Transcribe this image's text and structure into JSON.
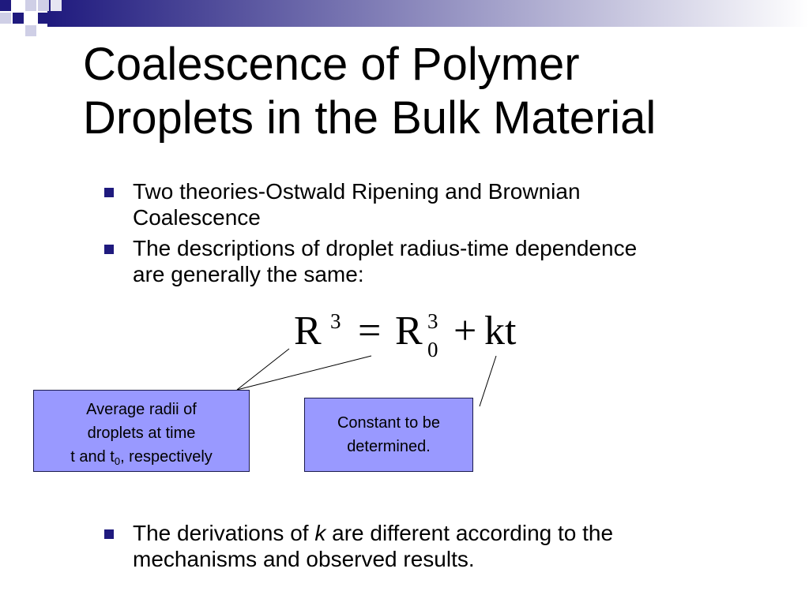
{
  "slide": {
    "title_line1": "Coalescence of Polymer",
    "title_line2": "Droplets in the Bulk Material",
    "bullets": [
      {
        "line1": "Two theories-Ostwald Ripening and Brownian",
        "line2": "Coalescence"
      },
      {
        "line1": "The descriptions of droplet radius-time dependence",
        "line2": "are generally the same:"
      }
    ],
    "equation": {
      "lhs_base": "R",
      "lhs_exp": "3",
      "equals": "=",
      "rhs_base": "R",
      "rhs_exp": "3",
      "rhs_sub": "0",
      "plus": "+",
      "term": "kt"
    },
    "callout_radii": {
      "line1": "Average radii of",
      "line2": "droplets at time",
      "line3_prefix": "t and t",
      "line3_sub": "0",
      "line3_suffix": ", respectively"
    },
    "callout_constant": {
      "line1": "Constant to be",
      "line2": "determined."
    },
    "bullet3": {
      "prefix": "The derivations of ",
      "italic": "k",
      "suffix": " are different according to the",
      "line2": "mechanisms and observed results."
    },
    "colors": {
      "accent": "#1f1a7e",
      "callout_fill": "#9999ff",
      "header_gradient_start": "#1f1a7e",
      "header_gradient_end": "#ffffff"
    }
  }
}
